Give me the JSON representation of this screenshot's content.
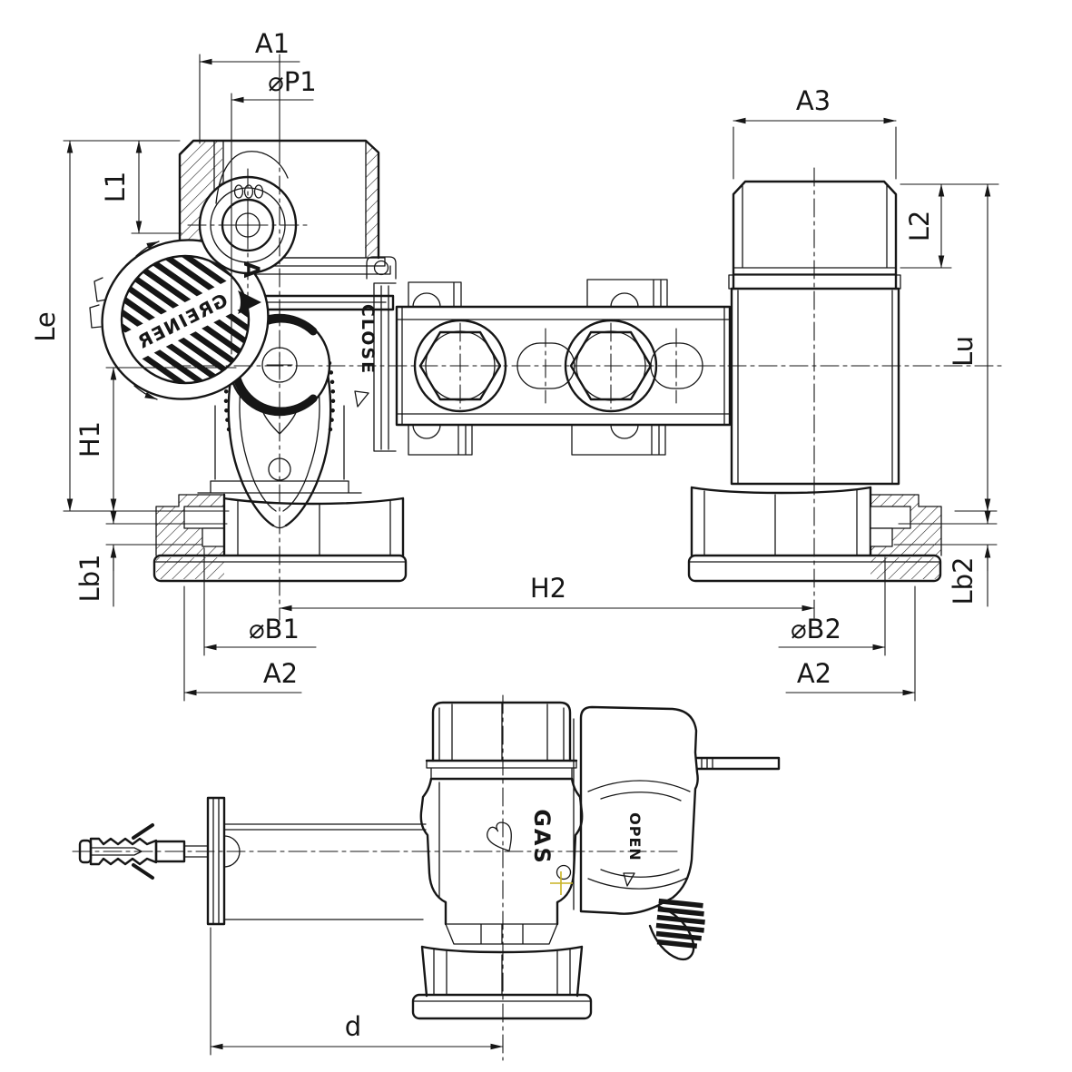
{
  "colors": {
    "ink": "#161616",
    "paper": "#ffffff",
    "accent_center_mark": "#c9b424"
  },
  "views": {
    "front": {
      "dimensions": {
        "a1": "A1",
        "p1": "⌀P1",
        "a3": "A3",
        "l1": "L1",
        "le": "Le",
        "h1": "H1",
        "lb1": "Lb1",
        "h2": "H2",
        "b1": "⌀B1",
        "a2_left": "A2",
        "b2": "⌀B2",
        "a2_right": "A2",
        "l2": "L2",
        "lu": "Lu",
        "lb2": "Lb2"
      },
      "markings": {
        "brand": "GREINER",
        "close": "CLOSE",
        "port": "A"
      }
    },
    "side": {
      "dimensions": {
        "d": "d"
      },
      "markings": {
        "media": "GAS",
        "open": "OPEN"
      }
    }
  }
}
